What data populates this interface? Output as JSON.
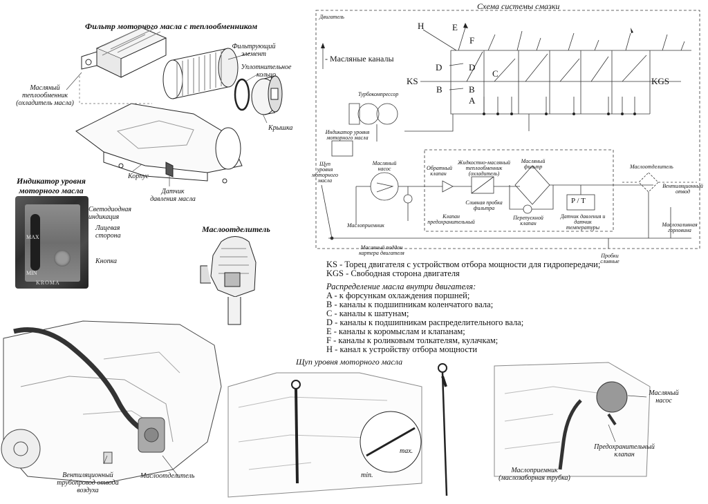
{
  "headings": {
    "filter": "Фильтр моторного масла с теплообменником",
    "schema": "Схема системы смазки",
    "indicator": "Индикатор уровня моторного масла",
    "separator": "Маслоотделитель",
    "dipstick": "Щуп уровня моторного масла"
  },
  "filter_labels": {
    "exchanger": "Масляный теплообменник (охладитель масла)",
    "element": "Фильтрующий элемент",
    "ring": "Уплотнительное кольцо",
    "cap": "Крышка",
    "body": "Корпус",
    "sensor": "Датчик давления масла"
  },
  "indicator_labels": {
    "led": "Светодиодная индикация",
    "face": "Лицевая сторона",
    "button": "Кнопка"
  },
  "photo_text": {
    "brand": "KROMA",
    "max": "MAX",
    "min": "MIN"
  },
  "schema": {
    "engine": "Двигатель",
    "channels_legend": "- Масляные каналы",
    "letters": {
      "H": "H",
      "E": "E",
      "F": "F",
      "D": "D",
      "C": "C",
      "B": "B",
      "A": "A",
      "KS": "KS",
      "KGS": "KGS"
    },
    "turbo": "Турбокомпрессор",
    "indicator": "Индикатор уровня моторного масла",
    "dipstick": "Щуп уровня моторного масла",
    "pump": "Масляный насос",
    "check_valve": "Обратный клапан",
    "heat_exchanger": "Жидкостно-масляный теплообменник (охладитель)",
    "oil_filter": "Масляный фильтр",
    "separator": "Маслоотделитель",
    "vent": "Вентиляционный отвод",
    "drain_plug": "Сливная пробка фильтра",
    "relief_valve": "Клапан предохранительный",
    "bypass": "Перепускной клапан",
    "pt": "P / T",
    "sensors": "Датчик давления и датчик температуры",
    "filler": "Маслозаливная горловина",
    "pickup": "Маслоприемник",
    "sump": "Масляный поддон картера двигателя",
    "plugs": "Пробки сливные"
  },
  "legend": {
    "ks": "KS - Торец двигателя с устройством отбора мощности для гидропередачи;",
    "kgs": "KGS - Свободная сторона двигателя",
    "title": "Распределение масла внутри двигателя:",
    "items": [
      "A - к форсункам охлаждения поршней;",
      "B - каналы к подшипникам коленчатого вала;",
      "C - каналы к шатунам;",
      "D - каналы к подшипникам распределительного вала;",
      "E - каналы к коромыслам и клапанам;",
      "F - каналы к роликовым толкателям, кулачкам;",
      "H - канал к устройству отбора мощности"
    ]
  },
  "bottom_labels": {
    "vent_pipe": "Вентиляционный трубопровод отвода воздуха",
    "separator": "Маслоотделитель",
    "max": "max.",
    "min": "min.",
    "pump": "Масляный насос",
    "relief": "Предохранительный клапан",
    "pickup": "Маслоприемник (маслозаборная трубка)"
  }
}
